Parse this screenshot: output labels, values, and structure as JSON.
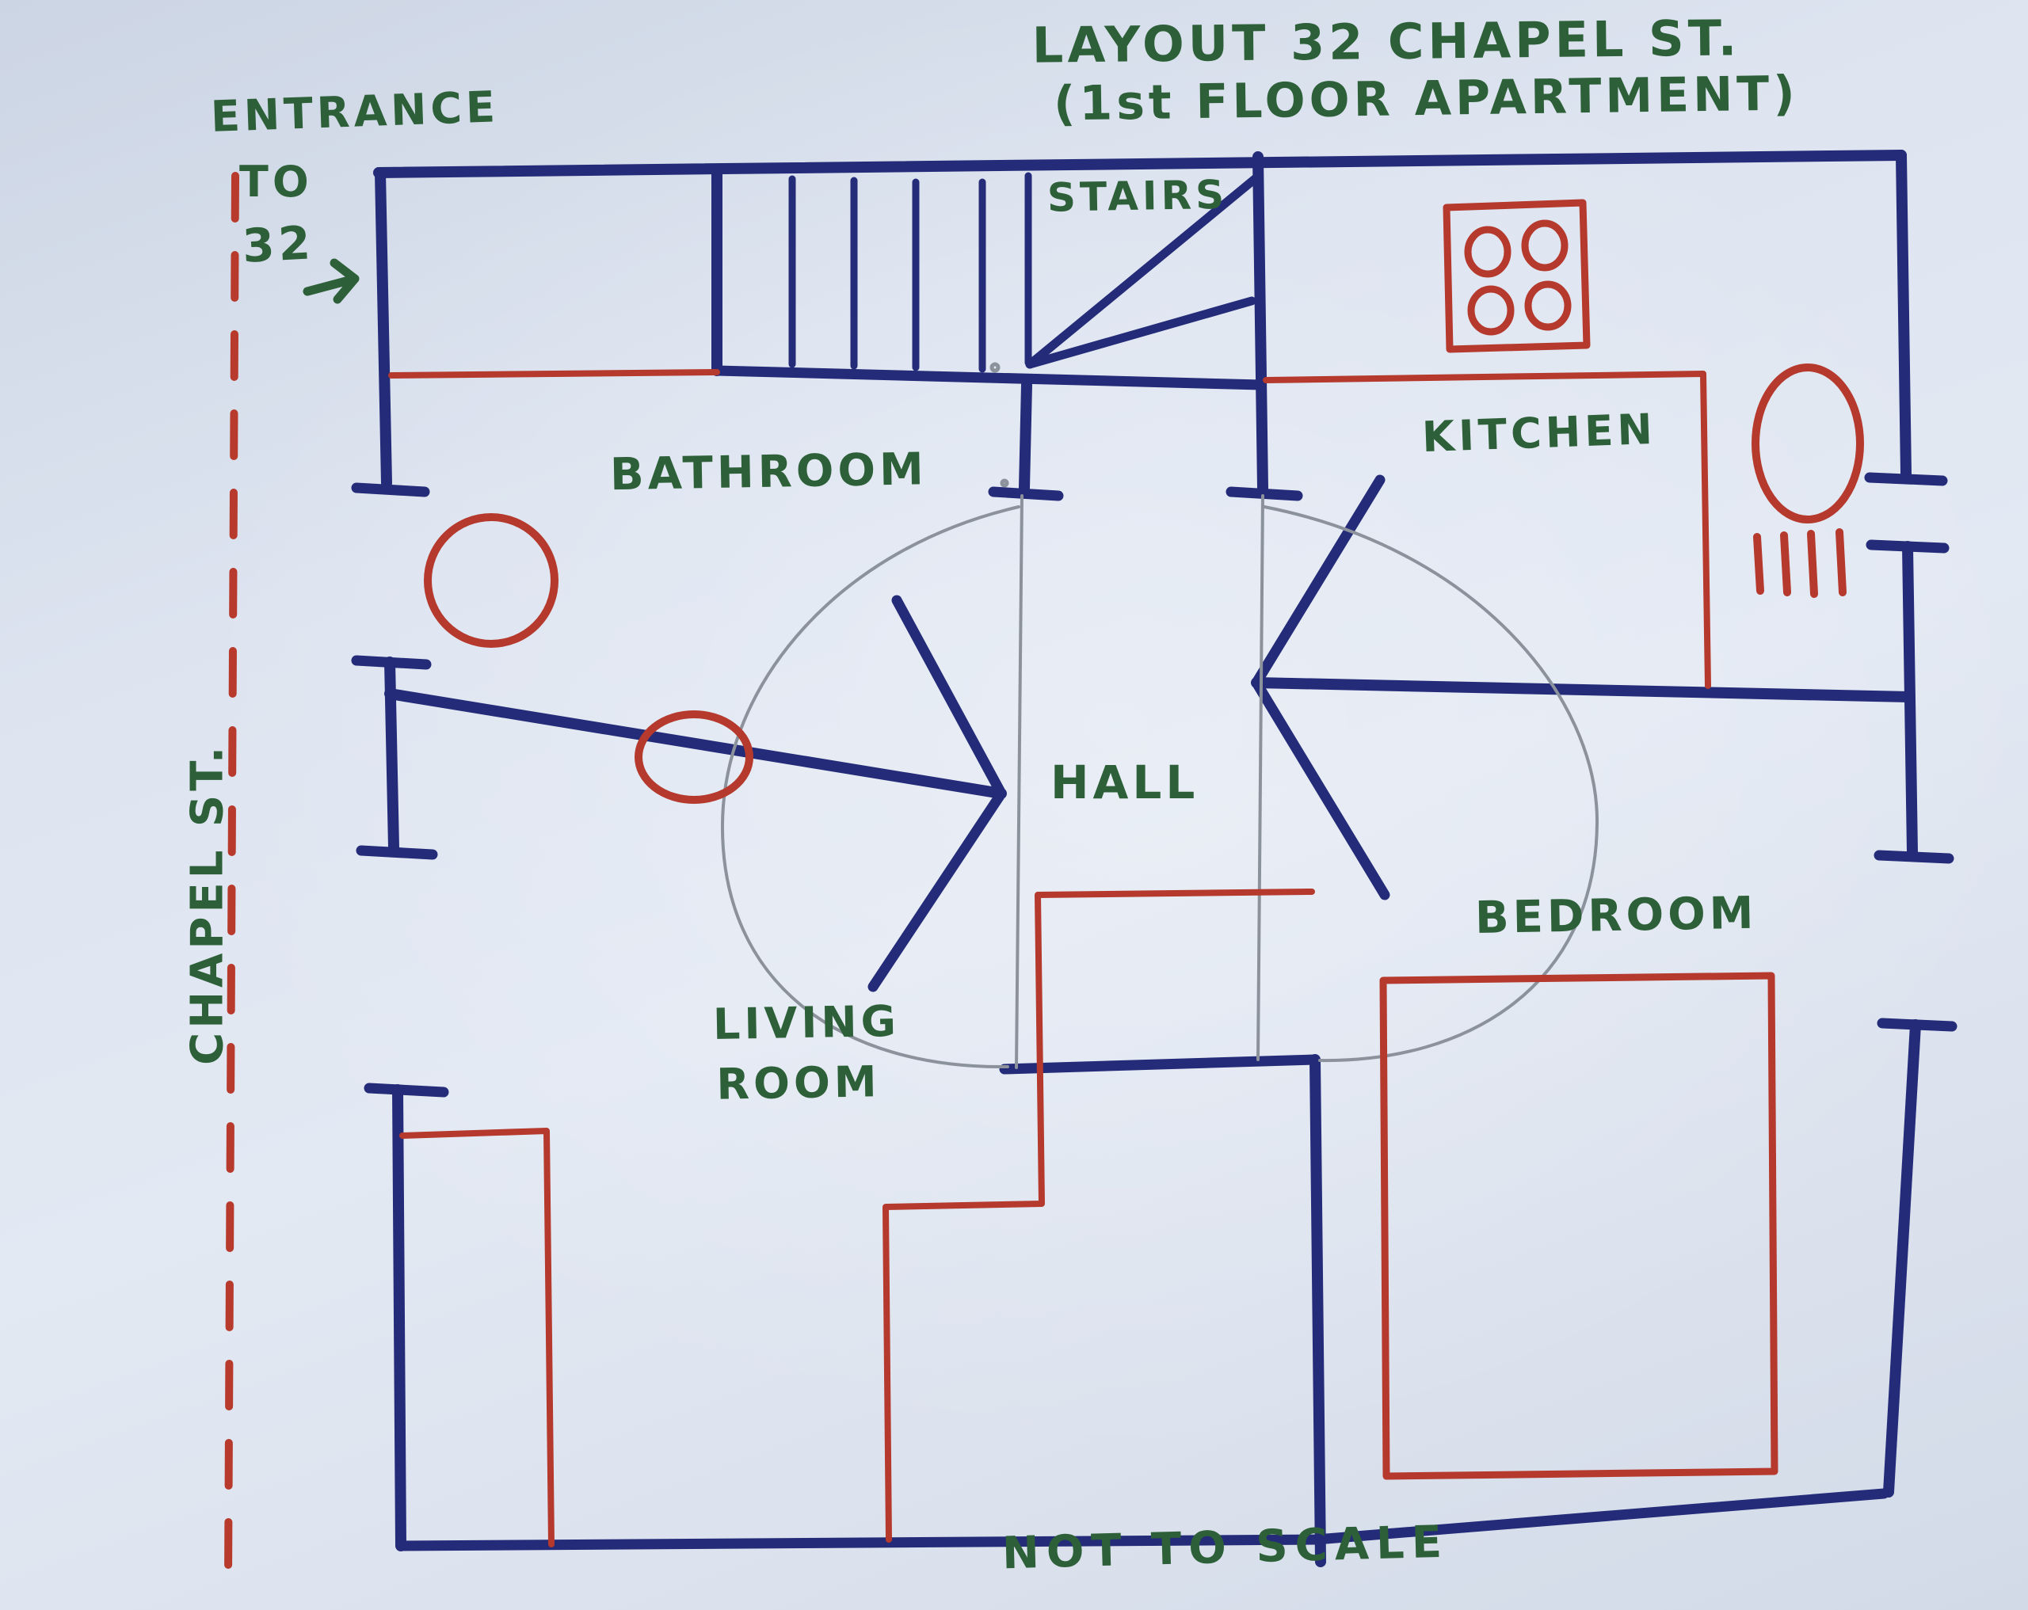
{
  "title": {
    "line1": "LAYOUT  32  CHAPEL ST.",
    "line2": "(1st FLOOR  APARTMENT)"
  },
  "street": {
    "name": "CHAPEL ST.",
    "entrance_word": "ENTRANCE",
    "entrance_to": "TO",
    "entrance_number": "32"
  },
  "rooms": {
    "stairs": "STAIRS",
    "bathroom": "BATHROOM",
    "kitchen": "KITCHEN",
    "hall": "HALL",
    "living_line1": "LIVING",
    "living_line2": "ROOM",
    "bedroom": "BEDROOM"
  },
  "footer": {
    "note": "NOT TO SCALE"
  },
  "fixtures": {
    "toilet": "toilet",
    "wash_basin": "wash-basin",
    "hob": "hob-4-burners",
    "worktop": "kitchen-counter",
    "kitchen_sink": "kitchen-sink",
    "radiator": "radiator",
    "sofa": "sofa",
    "step_unit": "step-unit",
    "bed": "bed"
  },
  "colors": {
    "wall": "#242b78",
    "fixture": "#b5392c",
    "label": "#2d6038",
    "pencil": "#8b929c",
    "street": "#b73а2c",
    "street_fix": "#b73a2c",
    "paper": "#dde4f0"
  }
}
